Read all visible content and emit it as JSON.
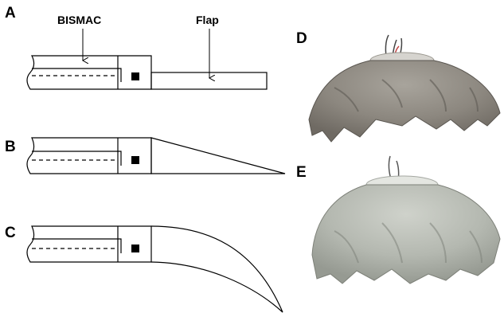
{
  "panels": {
    "a": "A",
    "b": "B",
    "c": "C",
    "d": "D",
    "e": "E"
  },
  "callouts": {
    "bismac": "BISMAC",
    "flap": "Flap"
  },
  "colors": {
    "ink": "#000000",
    "photo_dark_skirt": "#8f8b84",
    "photo_light_skirt": "#b8bcb4",
    "background": "#ffffff"
  }
}
